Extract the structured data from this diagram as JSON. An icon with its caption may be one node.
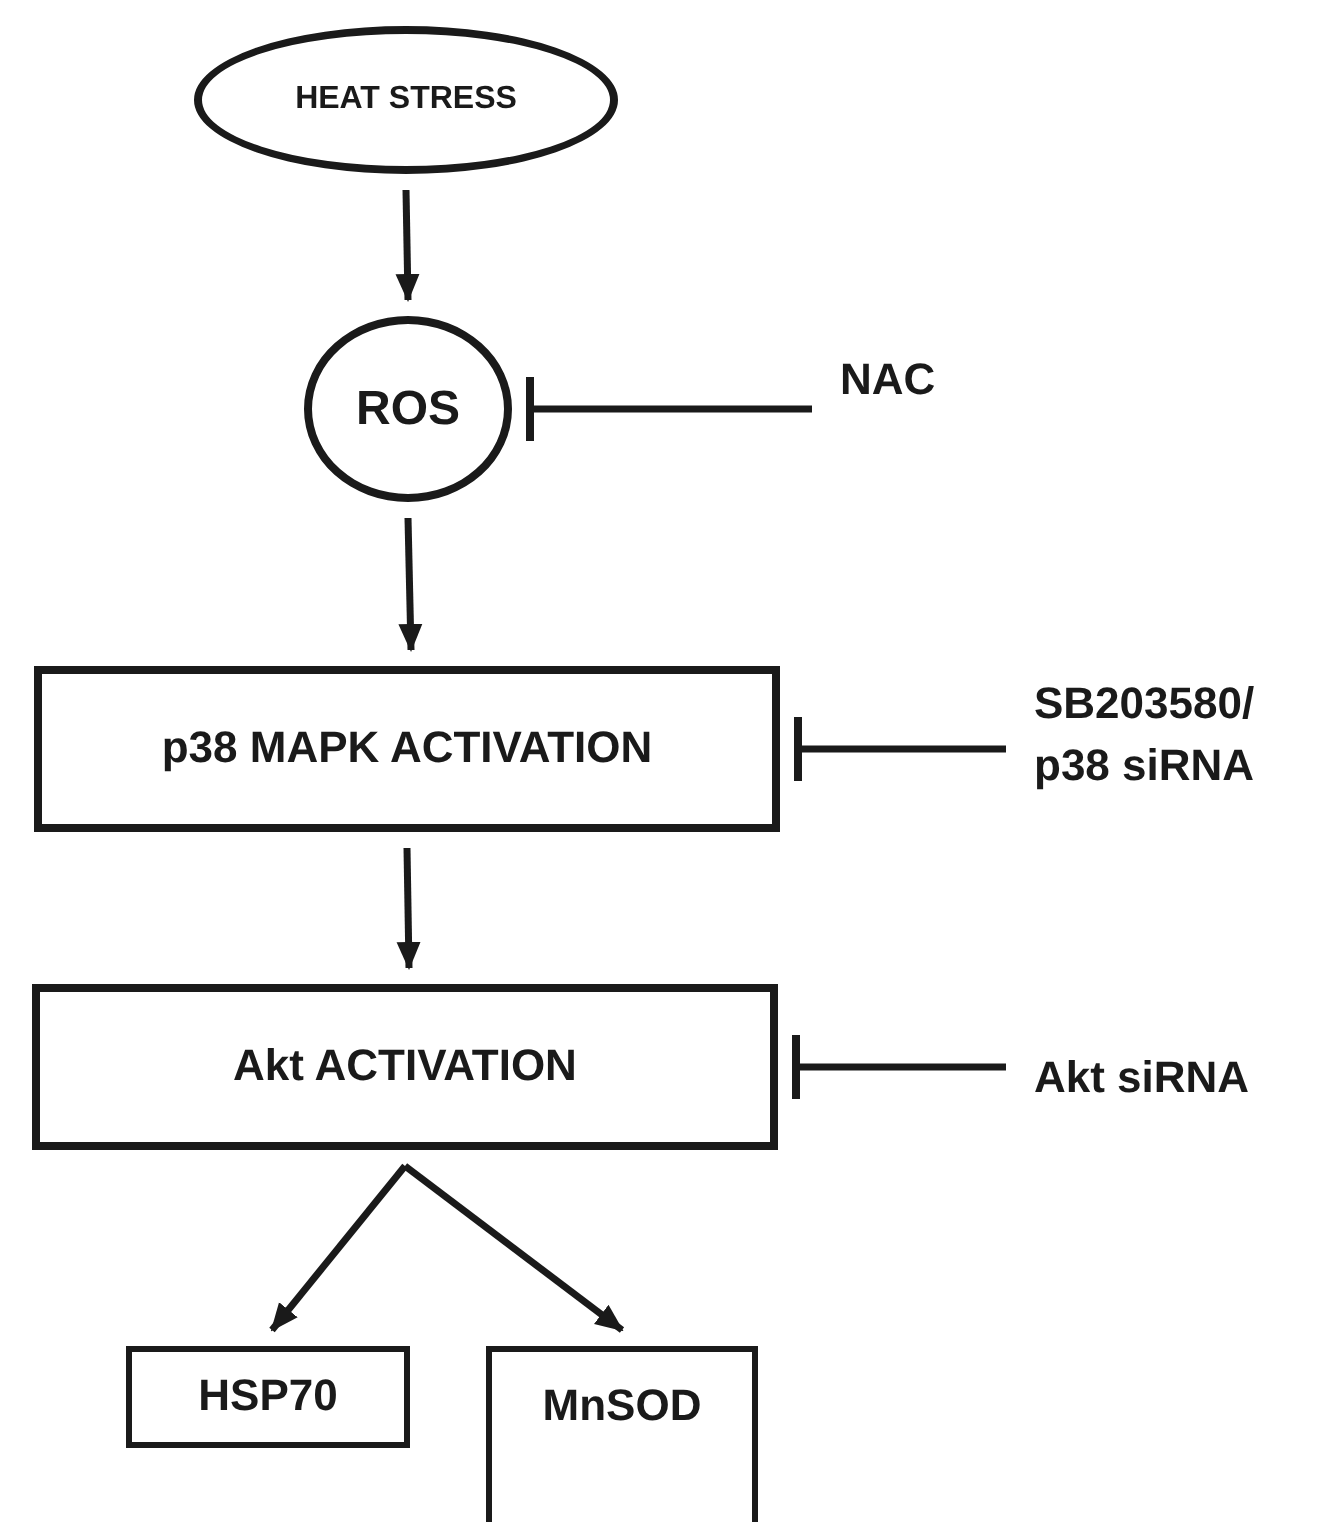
{
  "diagram": {
    "nodes": [
      {
        "text": [
          "HEAT STRESS"
        ]
      },
      {
        "text": [
          "ROS"
        ]
      },
      {
        "text": [
          "NAC"
        ]
      },
      {
        "text": [
          "p38 MAPK ACTIVATION"
        ]
      },
      {
        "text": [
          "SB203580/ p38 siRNA"
        ]
      },
      {
        "text": [
          "Akt ACTIVATION"
        ]
      },
      {
        "text": [
          "Akt siRNA"
        ]
      },
      {
        "text": [
          "HSP70"
        ]
      },
      {
        "text": [
          "MnSOD"
        ]
      }
    ],
    "edges": [
      {
        "from": 0,
        "to": 1,
        "arrow": "to"
      },
      {
        "from": 2,
        "to": 1,
        "arrow": "other"
      },
      {
        "from": 1,
        "to": 3,
        "arrow": "to"
      },
      {
        "from": 4,
        "to": 3,
        "arrow": "other"
      },
      {
        "from": 3,
        "to": 5,
        "arrow": "to"
      },
      {
        "from": 6,
        "to": 5,
        "arrow": "other"
      },
      {
        "from": 5,
        "to": 7,
        "arrow": "to"
      },
      {
        "from": 5,
        "to": 8,
        "arrow": "to"
      }
    ]
  }
}
